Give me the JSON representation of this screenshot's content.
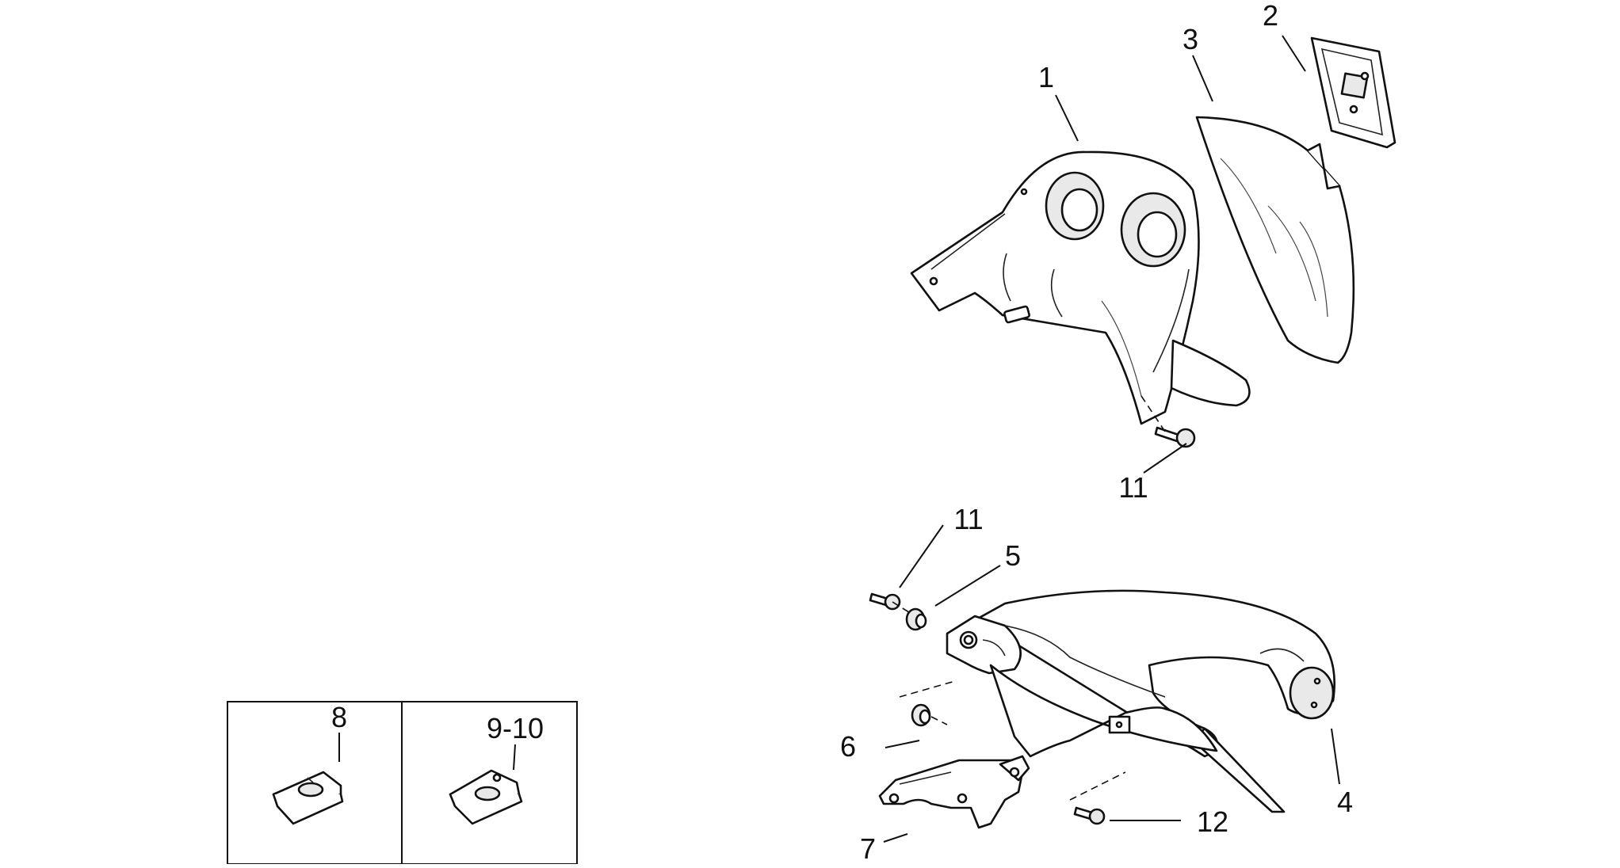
{
  "callouts": {
    "c1": "1",
    "c2": "2",
    "c3": "3",
    "c4": "4",
    "c5": "5",
    "c6": "6",
    "c7": "7",
    "c8": "8",
    "c9_10": "9-10",
    "c11_upper": "11",
    "c11_lower": "11",
    "c12": "12"
  }
}
